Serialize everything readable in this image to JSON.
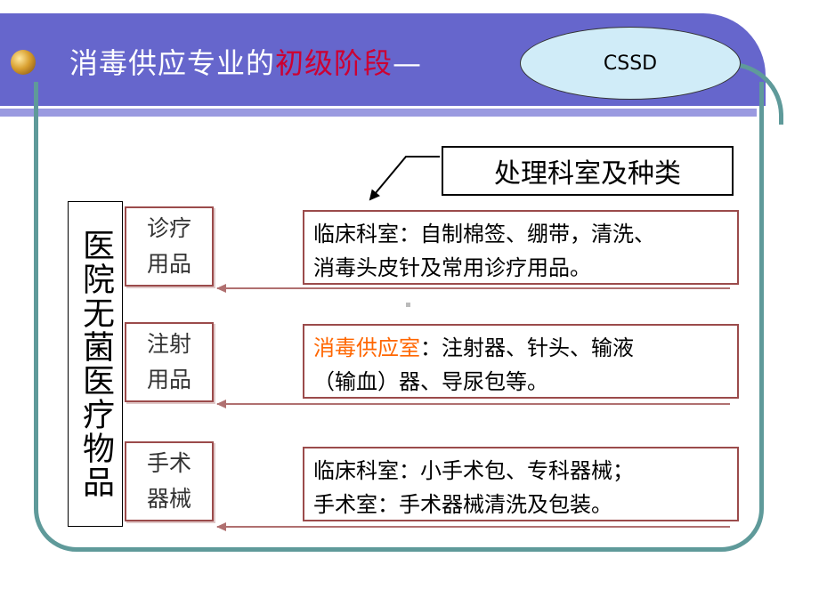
{
  "title": {
    "prefix": "消毒供应专业的",
    "highlight": "初级阶段",
    "suffix": "—"
  },
  "oval_label": "CSSD",
  "dept_header": "处理科室及种类",
  "left_label": "医院无菌医疗物品",
  "categories": [
    {
      "line1": "诊疗",
      "line2": "用品"
    },
    {
      "line1": "注射",
      "line2": "用品"
    },
    {
      "line1": "手术",
      "line2": "器械"
    }
  ],
  "details": [
    {
      "line1": "临床科室：自制棉签、绷带，清洗、",
      "line2": "消毒头皮针及常用诊疗用品。"
    },
    {
      "line1_highlight": "消毒供应室",
      "line1_rest": "：注射器、针头、输液",
      "line2": "（输血）器、导尿包等。"
    },
    {
      "line1": "临床科室：小手术包、专科器械；",
      "line2": "手术室：手术器械清洗及包装。"
    }
  ],
  "colors": {
    "banner": "#6666cc",
    "title_highlight": "#cc0033",
    "frame": "#5f9a9a",
    "box_border": "#9b4b4b",
    "arrow": "#b07070",
    "orange_text": "#ff6600",
    "oval_fill": "#d0ecf8"
  }
}
